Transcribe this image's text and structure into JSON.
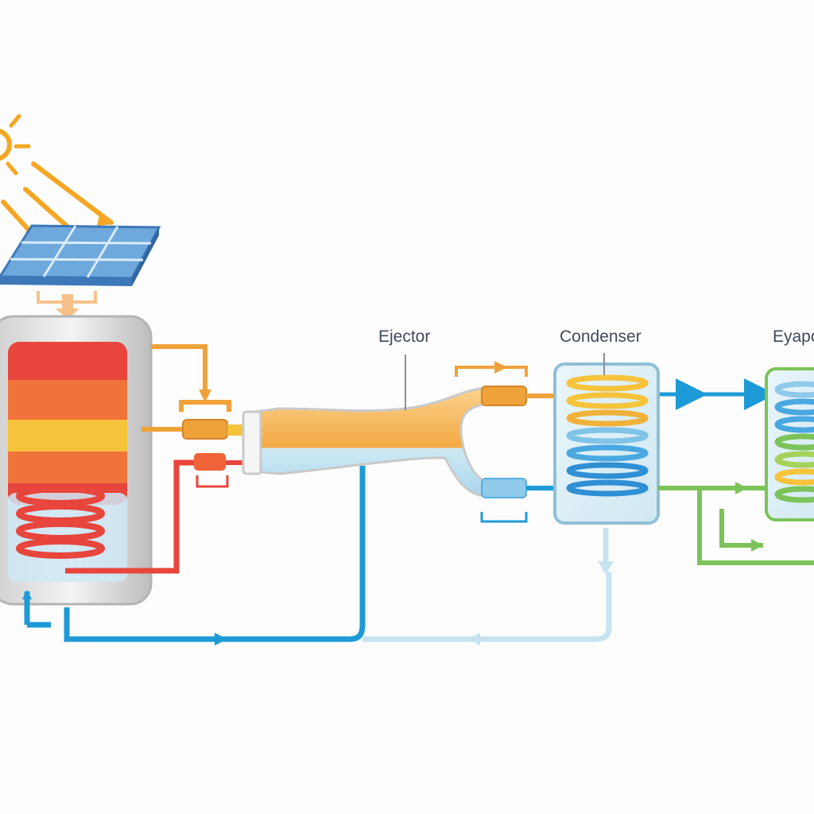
{
  "labels": {
    "ejector": "Ejector",
    "condenser": "Condenser",
    "evaporator": "Eyapo"
  },
  "colors": {
    "sun": "#f5a623",
    "solar_panel": "#6fa8dc",
    "hot_fluid": "#e8453c",
    "vapor": "#f0a23a",
    "cold_fluid": "#1e9ad6",
    "return_line": "#c7e3f0",
    "evaporator_loop": "#7cc35a",
    "tank_shell": "#d9d9d9"
  },
  "icons": {
    "sun": "sun-icon",
    "panel": "solar-panel-icon"
  }
}
